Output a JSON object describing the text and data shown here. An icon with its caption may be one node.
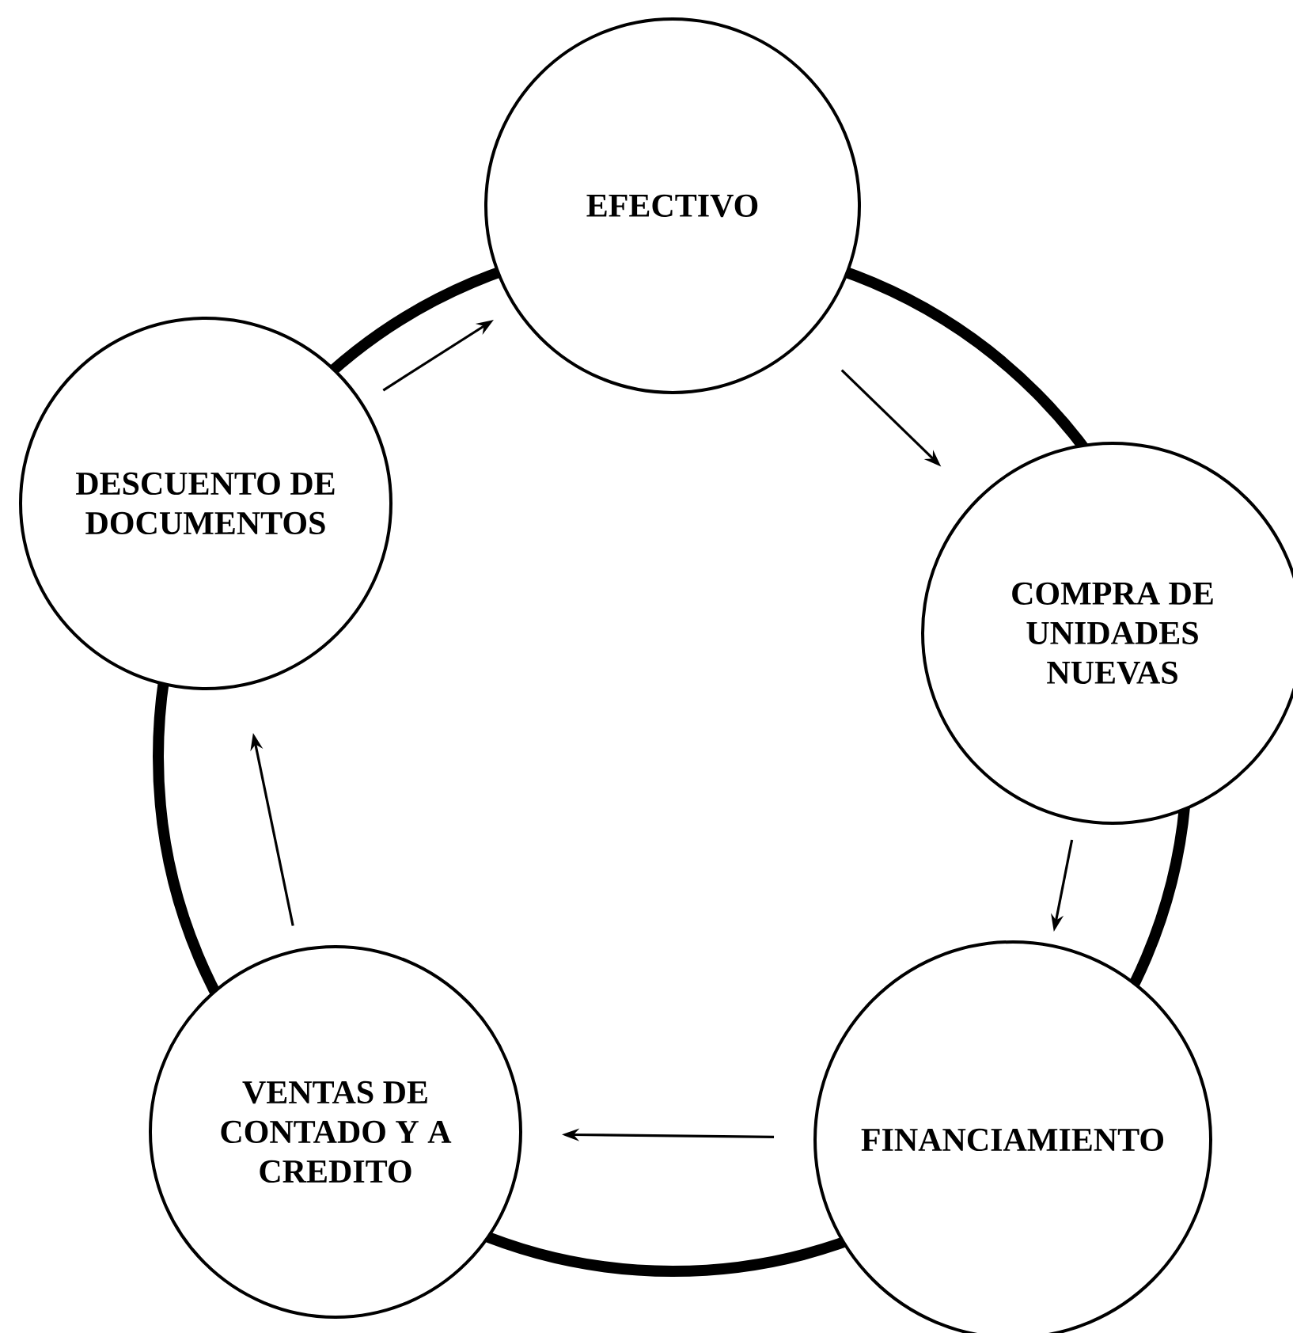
{
  "diagram": {
    "nodes": [
      {
        "text": [
          "EFECTIVO"
        ]
      },
      {
        "text": [
          "COMPRA DE UNIDADES NUEVAS"
        ]
      },
      {
        "text": [
          "FINANCIAMIENTO"
        ]
      },
      {
        "text": [
          "VENTAS DE CONTADO Y A CREDITO"
        ]
      },
      {
        "text": [
          "DESCUENTO DE DOCUMENTOS"
        ]
      }
    ],
    "edges": [
      {
        "from": 0,
        "to": 1,
        "arrow": "to"
      },
      {
        "from": 1,
        "to": 2,
        "arrow": "to"
      },
      {
        "from": 2,
        "to": 3,
        "arrow": "to"
      },
      {
        "from": 3,
        "to": 4,
        "arrow": "to"
      },
      {
        "from": 4,
        "to": 0,
        "arrow": "to"
      }
    ]
  }
}
